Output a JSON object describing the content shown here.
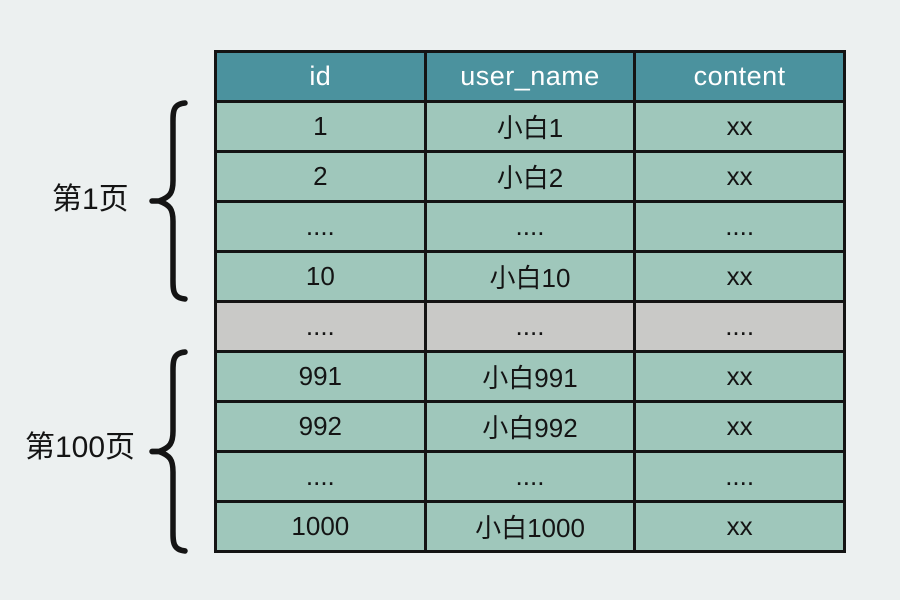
{
  "colors": {
    "page_bg": "#ecf0f0",
    "table_header_bg": "#4b929e",
    "table_header_text": "#ffffff",
    "row_bg": "#9fc7bb",
    "gap_row_bg": "#c9c9c7",
    "cell_text": "#141414",
    "border": "#141414",
    "brace": "#141414"
  },
  "table": {
    "columns": [
      "id",
      "user_name",
      "content"
    ],
    "rows": [
      {
        "cells": [
          "1",
          "小白1",
          "xx"
        ]
      },
      {
        "cells": [
          "2",
          "小白2",
          "xx"
        ]
      },
      {
        "cells": [
          "....",
          "....",
          "...."
        ]
      },
      {
        "cells": [
          "10",
          "小白10",
          "xx"
        ]
      },
      {
        "cells": [
          "....",
          "....",
          "...."
        ],
        "variant": "gap"
      },
      {
        "cells": [
          "991",
          "小白991",
          "xx"
        ]
      },
      {
        "cells": [
          "992",
          "小白992",
          "xx"
        ]
      },
      {
        "cells": [
          "....",
          "....",
          "...."
        ]
      },
      {
        "cells": [
          "1000",
          "小白1000",
          "xx"
        ]
      }
    ]
  },
  "annotations": {
    "page1": {
      "label": "第1页"
    },
    "page100": {
      "label": "第100页"
    }
  }
}
